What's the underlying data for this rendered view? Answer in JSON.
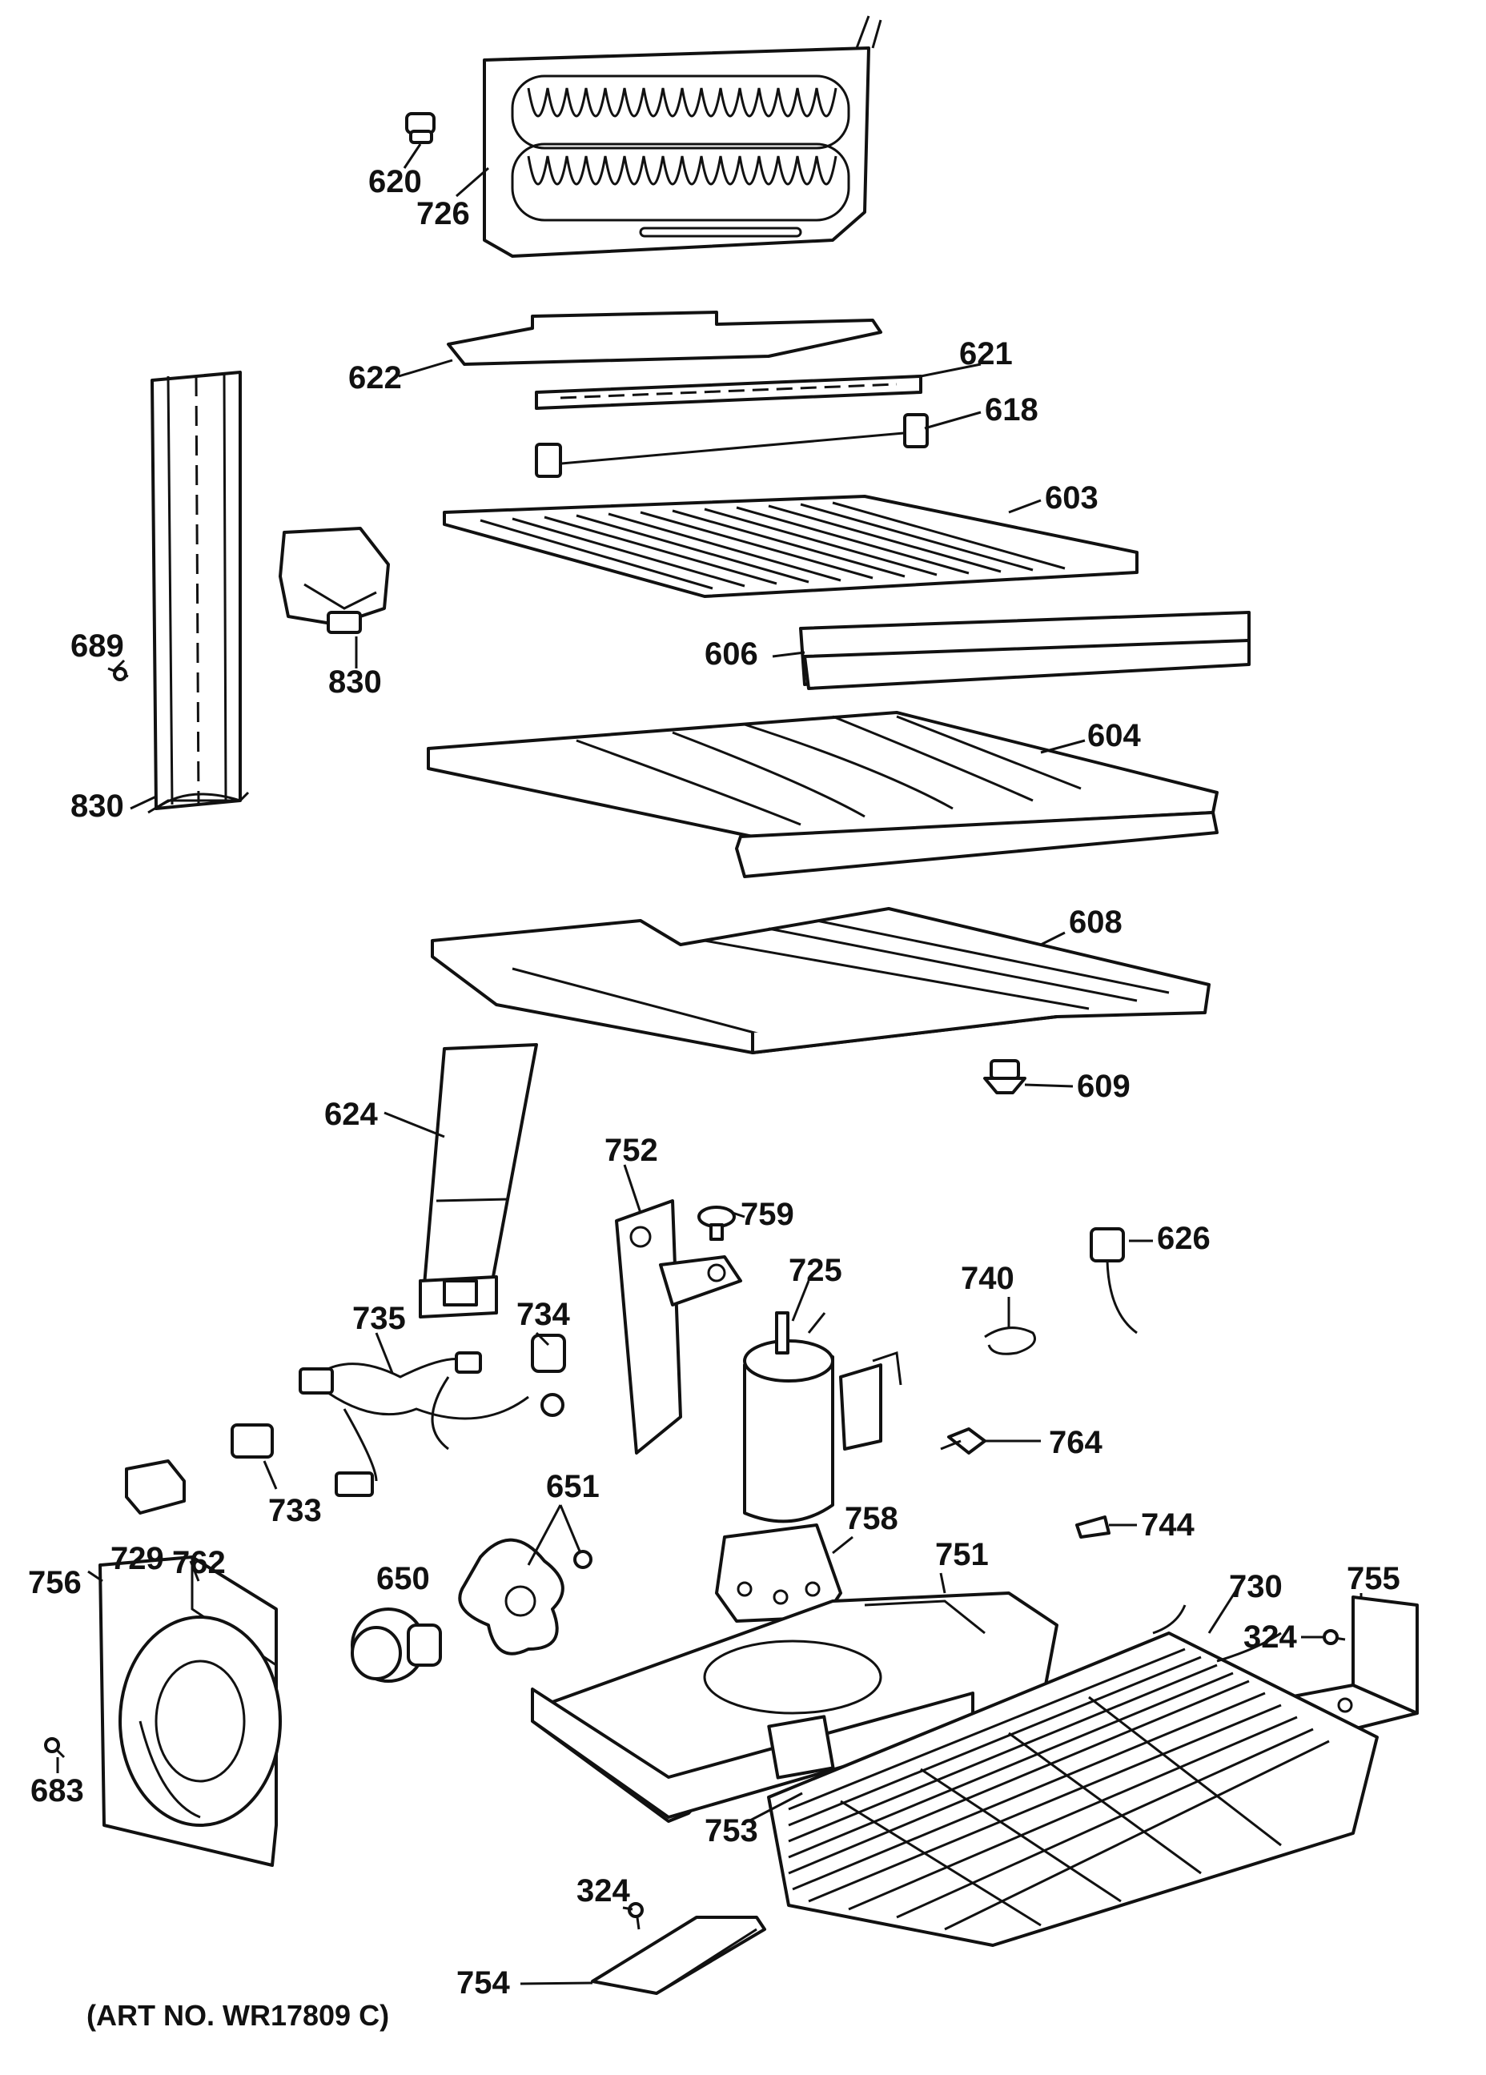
{
  "labels": {
    "620": "620",
    "726": "726",
    "622": "622",
    "621": "621",
    "618": "618",
    "603": "603",
    "830a": "830",
    "689": "689",
    "606": "606",
    "830b": "830",
    "604": "604",
    "608": "608",
    "609": "609",
    "624": "624",
    "752": "752",
    "759": "759",
    "626": "626",
    "725": "725",
    "740": "740",
    "735": "735",
    "734": "734",
    "764": "764",
    "733": "733",
    "729": "729",
    "651": "651",
    "744": "744",
    "762": "762",
    "758": "758",
    "650": "650",
    "751": "751",
    "755": "755",
    "756": "756",
    "730": "730",
    "324a": "324",
    "683": "683",
    "753": "753",
    "324b": "324",
    "754": "754"
  },
  "art_note": "(ART NO. WR17809 C)"
}
